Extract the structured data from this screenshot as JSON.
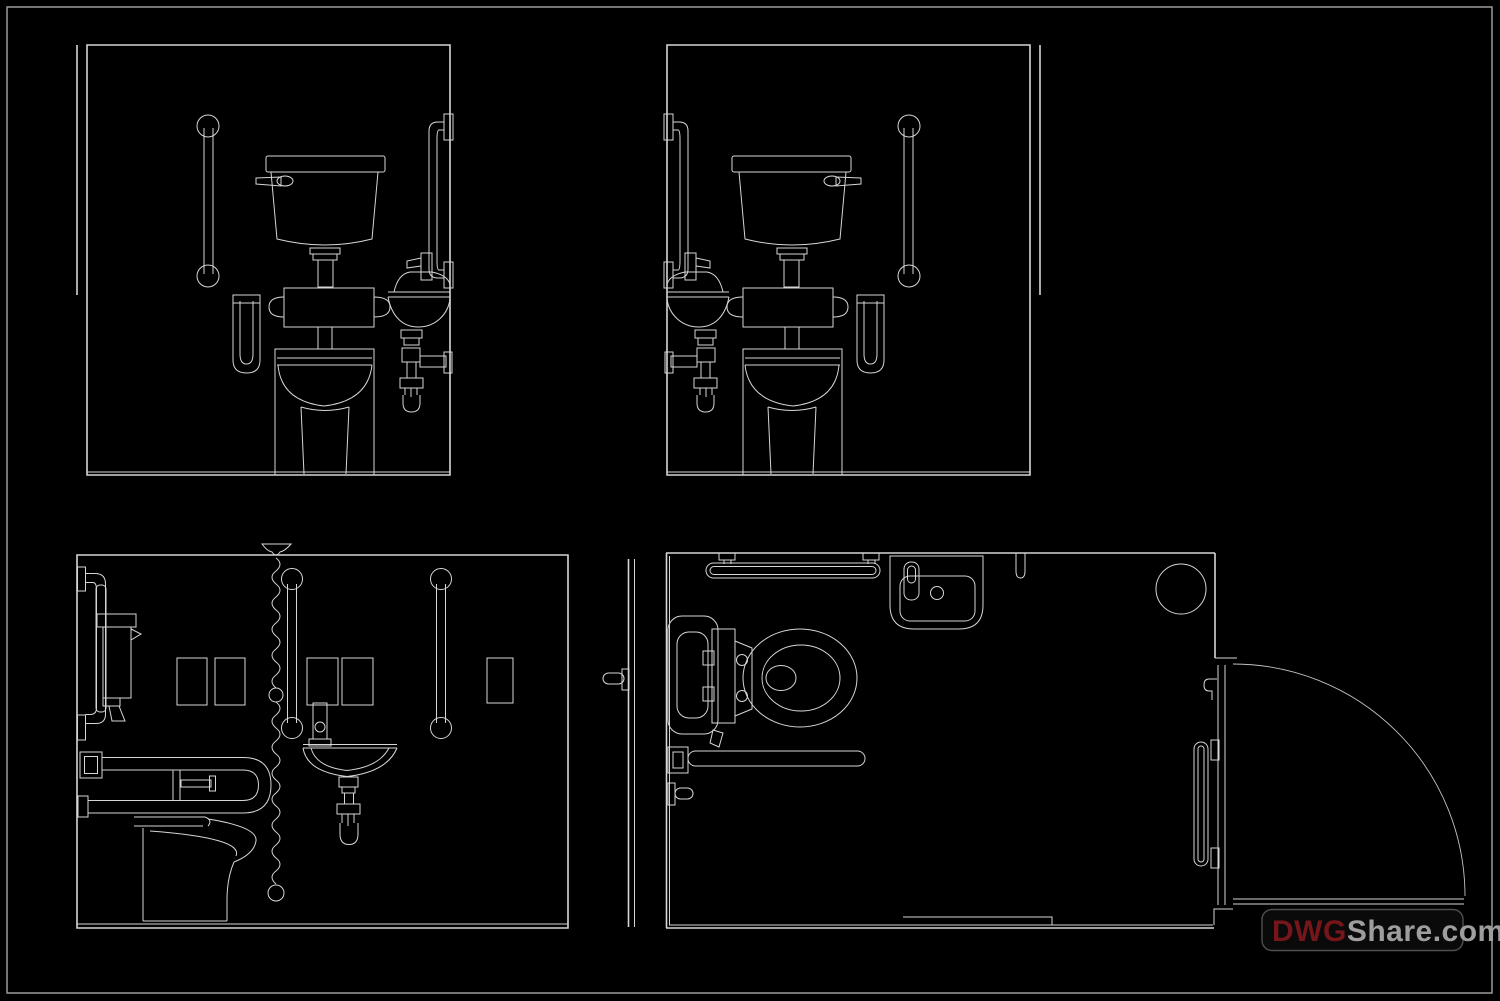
{
  "document": {
    "type": "cad-line-drawing",
    "background": "black",
    "views": [
      {
        "id": "elevation-front-left",
        "name": "front-elevation-accessible-wc"
      },
      {
        "id": "elevation-front-right",
        "name": "front-elevation-accessible-wc-mirrored"
      },
      {
        "id": "elevation-side",
        "name": "side-elevation-accessible-wc-with-pull-cord"
      },
      {
        "id": "plan",
        "name": "plan-view-accessible-wc-with-door-swing"
      }
    ]
  },
  "watermark": {
    "brand_primary": "DWG",
    "brand_secondary": "Share.com",
    "full_text": "DWGShare.com"
  },
  "colors": {
    "background": "#000000",
    "line": "#d6d6d6",
    "border": "#9a9a9a",
    "logo_red": "#76161a",
    "logo_gray": "#9e9e9e",
    "logo_border": "#4f4f4f",
    "logo_bg": "#0a0a0a"
  }
}
